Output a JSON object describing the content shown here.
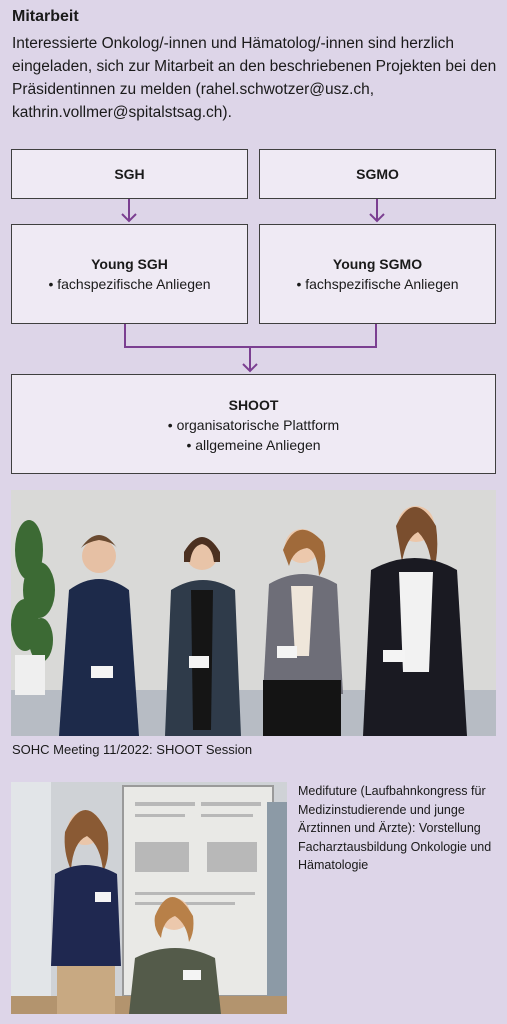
{
  "section": {
    "heading": "Mitarbeit",
    "intro": "Interessierte Onkolog/-innen und Hämatolog/-innen sind herzlich eingeladen, sich zur Mitarbeit an den beschriebenen Projekten bei den Präsidentinnen zu melden (rahel.schwotzer@usz.ch, kathrin.vollmer@spitalstsag.ch)."
  },
  "diagram": {
    "sgh": "SGH",
    "sgmo": "SGMO",
    "young_sgh": {
      "title": "Young SGH",
      "item": "• fachspezifische Anliegen"
    },
    "young_sgmo": {
      "title": "Young SGMO",
      "item": "• fachspezifische Anliegen"
    },
    "shoot": {
      "title": "SHOOT",
      "items": [
        "• organisatorische Plattform",
        "• allgemeine Anliegen"
      ]
    },
    "arrow_color": "#7b3f91"
  },
  "photos": {
    "photo1_caption": "SOHC Meeting 11/2022: SHOOT Session",
    "photo2_caption": "Medifuture (Laufbahnkongress für Medizinstudierende und junge Ärztinnen und Ärzte): Vorstellung Facharztausbildung Onkologie und Hämatologie"
  }
}
